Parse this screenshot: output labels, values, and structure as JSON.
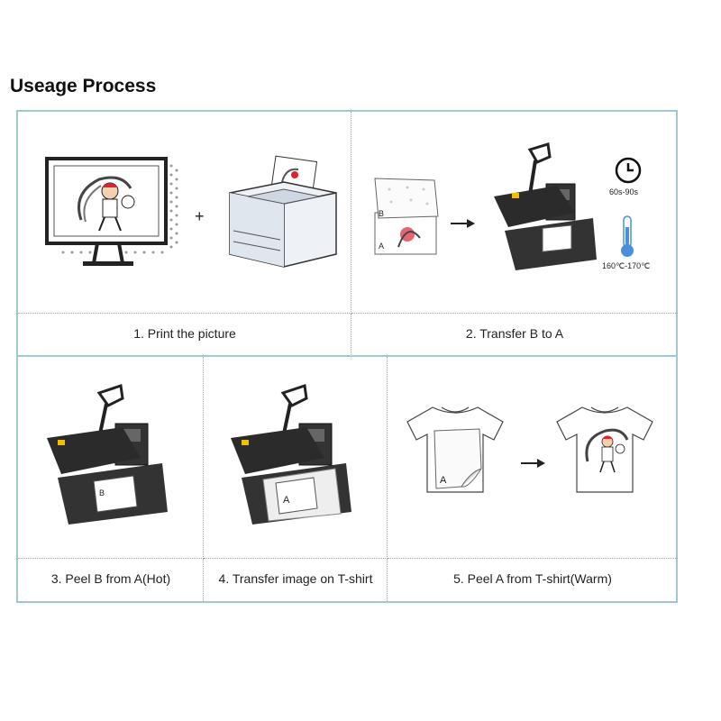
{
  "title": "Useage Process",
  "steps": [
    {
      "caption": "1. Print the picture"
    },
    {
      "caption": "2. Transfer B to A"
    },
    {
      "caption": "3. Peel B from A(Hot)"
    },
    {
      "caption": "4. Transfer image on T-shirt"
    },
    {
      "caption": "5. Peel A from T-shirt(Warm)"
    }
  ],
  "labels": {
    "plus": "+",
    "time": "60s-90s",
    "temperature": "160℃-170℃",
    "paper_a": "A",
    "paper_b": "B"
  },
  "colors": {
    "border": "#9ec9cf",
    "dotted": "#7fb3ba",
    "thermometer": "#4a90d9",
    "press_body": "#2b2b2b"
  }
}
